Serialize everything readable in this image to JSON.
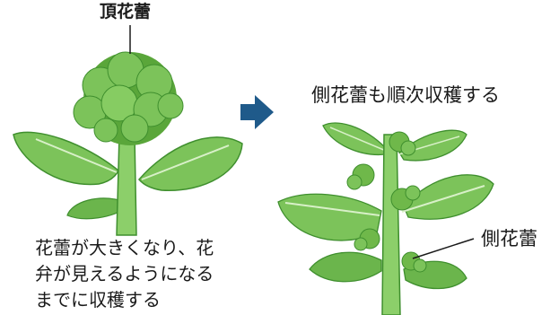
{
  "labels": {
    "terminal_bud": "頂花蕾",
    "side_harvest": "側花蕾も順次収穫する",
    "side_bud": "側花蕾"
  },
  "caption": {
    "line1": "花蕾が大きくなり、花",
    "line2": "弁が見えるようになる",
    "line3": "までに収穫する"
  },
  "colors": {
    "leaf": "#7cc35a",
    "leaf_dark": "#3f8f2e",
    "stem": "#8ccf6a",
    "floret": "#6fb84a",
    "arrow": "#1f5a8a"
  }
}
